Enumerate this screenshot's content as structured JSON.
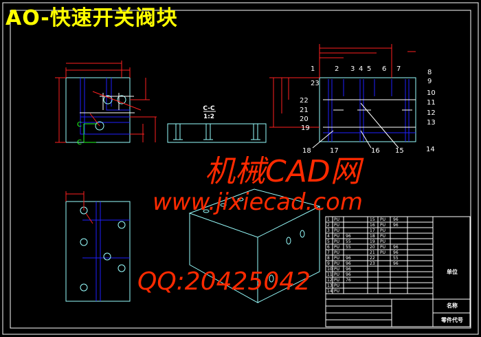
{
  "title": "AO-快速开关阀块",
  "section_view": {
    "label": "C-C",
    "scale": "1:2",
    "marker": "C"
  },
  "balloons": [
    "1",
    "2",
    "3",
    "4",
    "5",
    "6",
    "7",
    "8",
    "9",
    "10",
    "11",
    "12",
    "13",
    "14",
    "15",
    "16",
    "17",
    "18",
    "19",
    "20",
    "21",
    "22",
    "23"
  ],
  "watermarks": {
    "site_name": "机械CAD网",
    "url": "www.jixiecad.com",
    "qq": "QQ:20425042"
  },
  "parts_table": {
    "rows": [
      [
        "1",
        "PU",
        "",
        "15",
        "PU",
        "96"
      ],
      [
        "2",
        "PU",
        "",
        "16",
        "PU",
        "96"
      ],
      [
        "3",
        "PU",
        "",
        "17",
        "PU",
        ""
      ],
      [
        "4",
        "PU",
        "96",
        "18",
        "PU",
        ""
      ],
      [
        "5",
        "PU",
        "55",
        "19",
        "PU",
        ""
      ],
      [
        "6",
        "PU",
        "55",
        "20",
        "PU",
        "96"
      ],
      [
        "7",
        "PU",
        "",
        "21",
        "PU",
        "96"
      ],
      [
        "8",
        "PU",
        "96",
        "22",
        "",
        "55"
      ],
      [
        "9",
        "PU",
        "96",
        "23",
        "",
        "96"
      ],
      [
        "10",
        "PU",
        "96",
        "",
        "",
        ""
      ],
      [
        "11",
        "PU",
        "96",
        "",
        "",
        ""
      ],
      [
        "12",
        "PU",
        "76",
        "",
        "",
        ""
      ],
      [
        "13",
        "PU",
        "",
        "",
        "",
        ""
      ],
      [
        "14",
        "PU",
        "",
        "",
        "",
        ""
      ]
    ]
  },
  "title_block": {
    "unit": "单位",
    "name": "名称",
    "drawing_no": "零件代号"
  },
  "colors": {
    "outline": "#9ff",
    "hidden": "#2020ff",
    "dimension": "#ff2020",
    "center": "#fff",
    "title": "#ffff00",
    "watermark": "#ff2a00"
  }
}
